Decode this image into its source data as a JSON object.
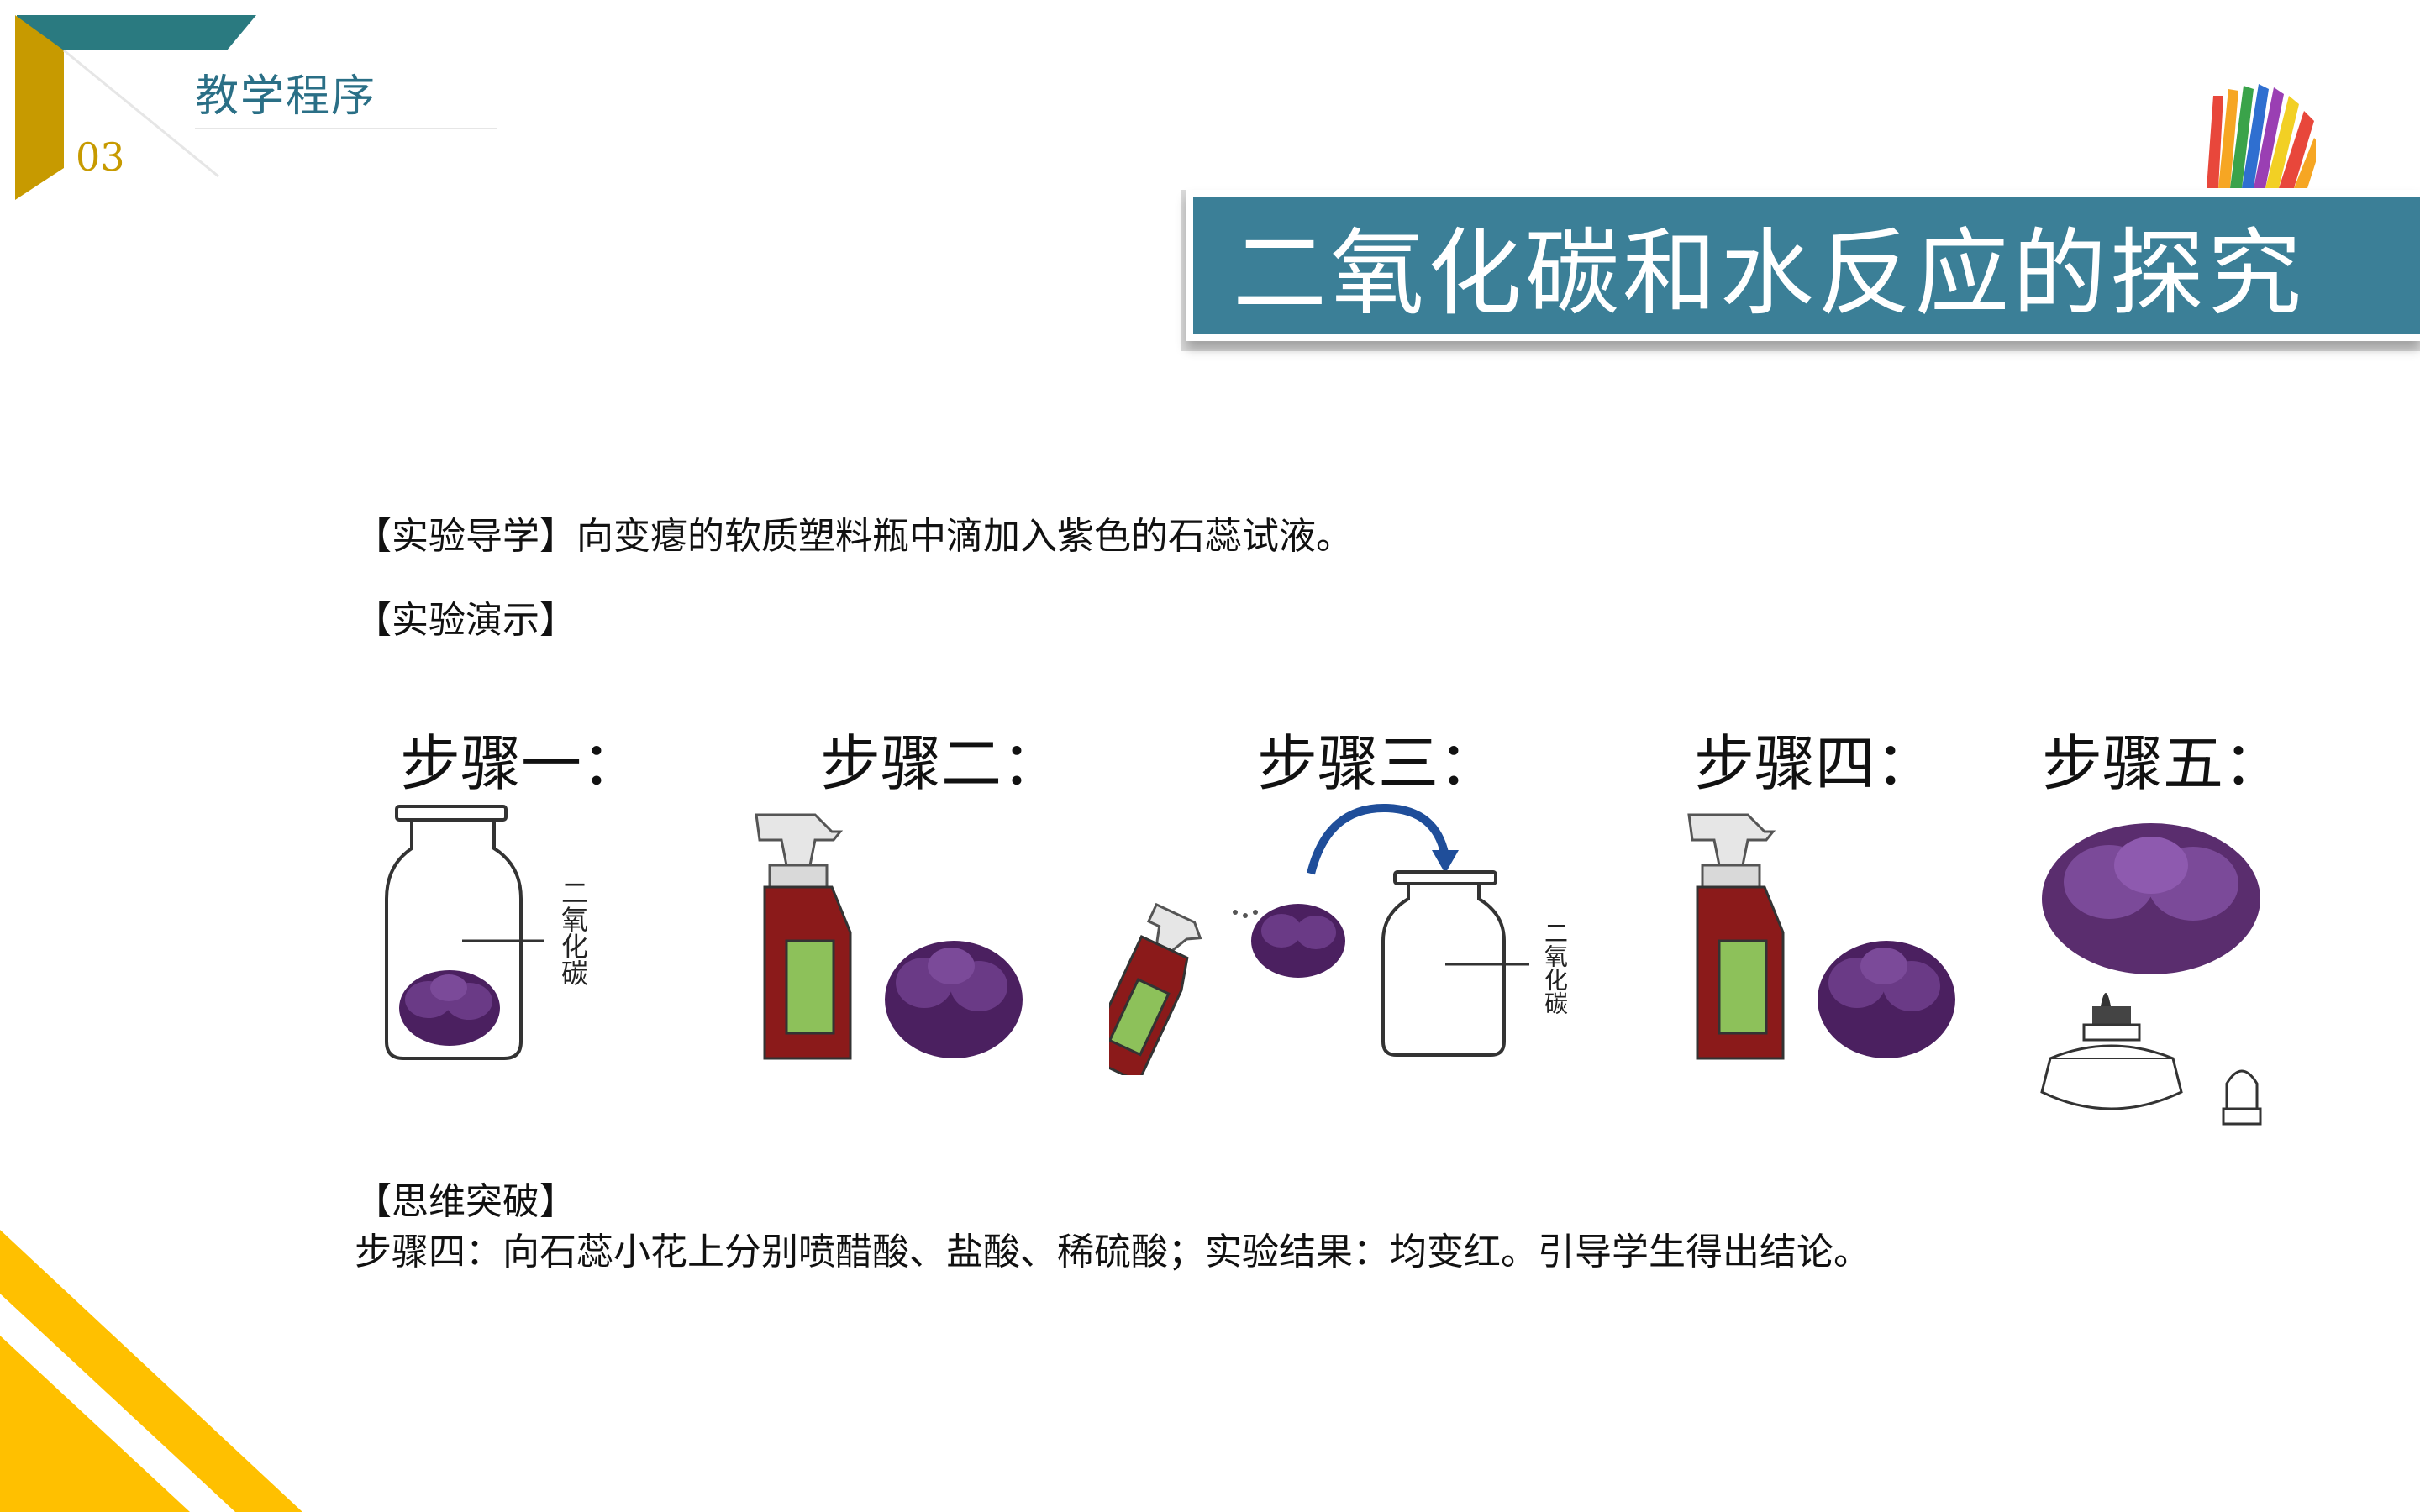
{
  "header": {
    "section_title": "教学程序",
    "section_number": "03"
  },
  "banner": {
    "title": "二氧化碳和水反应的探究"
  },
  "content": {
    "guide_line": "【实验导学】向变瘪的软质塑料瓶中滴加入紫色的石蕊试液。",
    "demo_heading": "【实验演示】",
    "steps": [
      {
        "label": "步骤一："
      },
      {
        "label": "步骤二："
      },
      {
        "label": "步骤三："
      },
      {
        "label": "步骤四："
      },
      {
        "label": "步骤五："
      }
    ],
    "jar_label_1": "二氧化碳",
    "jar_label_2": "二氧化碳",
    "thinking_heading": "【思维突破】",
    "thinking_text": "步骤四：向石蕊小花上分别喷醋酸、盐酸、稀硫酸；实验结果：均变红。引导学生得出结论。"
  },
  "colors": {
    "teal": "#3b7f97",
    "gold": "#c79a00",
    "yellow": "#ffc000",
    "flower": "#5a2d6e",
    "bottle": "#8b1a1a",
    "label_green": "#8dc15a"
  }
}
